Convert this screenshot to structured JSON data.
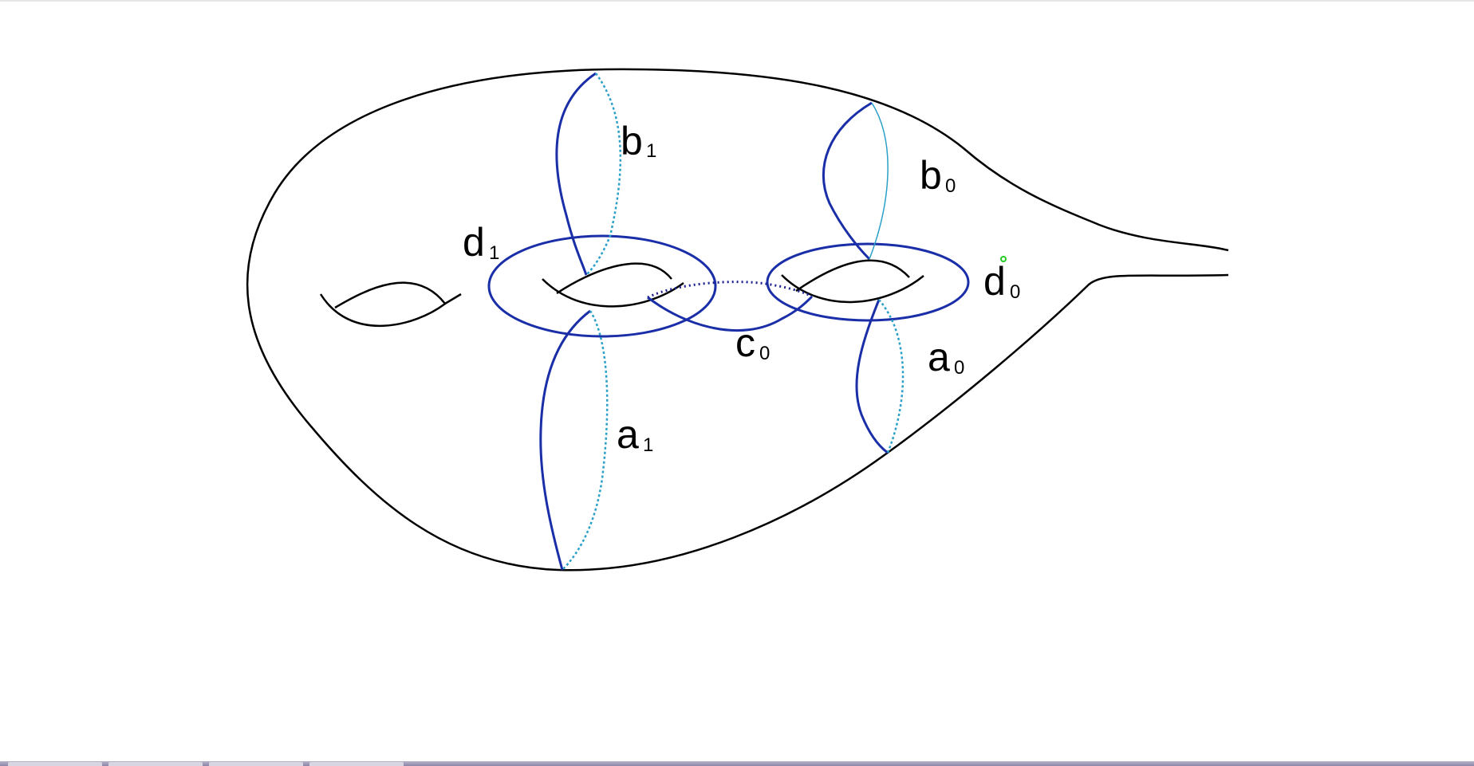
{
  "labels": {
    "b1": {
      "main": "b",
      "sub": "1"
    },
    "b0": {
      "main": "b",
      "sub": "0"
    },
    "d1": {
      "main": "d",
      "sub": "1"
    },
    "d0": {
      "main": "d",
      "sub": "0"
    },
    "c0": {
      "main": "c",
      "sub": "0"
    },
    "a0": {
      "main": "a",
      "sub": "0"
    },
    "a1": {
      "main": "a",
      "sub": "1"
    }
  },
  "colors": {
    "surface": "#000000",
    "curve": "#1a2ea8",
    "hidden_curve": "#2aa0c8",
    "dotted_c0": "#1a2090",
    "marker": "#22cc22"
  }
}
